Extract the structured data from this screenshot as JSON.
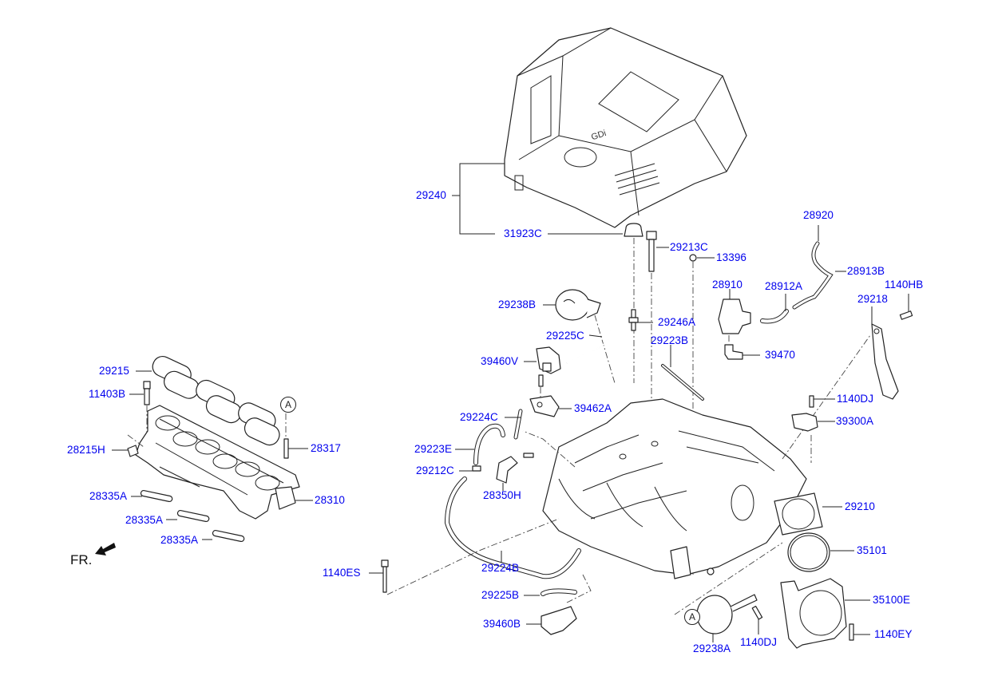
{
  "diagram": {
    "title": "Intake manifold & engine cover exploded view",
    "label_color": "#0000ee",
    "line_color": "#222222",
    "direction_marker": "FR.",
    "reference_marker": "A",
    "cover_logo_text": "GDi"
  },
  "callouts": [
    {
      "id": "29240",
      "label": "29240"
    },
    {
      "id": "31923C",
      "label": "31923C"
    },
    {
      "id": "29213C",
      "label": "29213C"
    },
    {
      "id": "13396",
      "label": "13396"
    },
    {
      "id": "28920",
      "label": "28920"
    },
    {
      "id": "28913B",
      "label": "28913B"
    },
    {
      "id": "1140HB",
      "label": "1140HB"
    },
    {
      "id": "28910",
      "label": "28910"
    },
    {
      "id": "28912A",
      "label": "28912A"
    },
    {
      "id": "29218",
      "label": "29218"
    },
    {
      "id": "29238B",
      "label": "29238B"
    },
    {
      "id": "29246A",
      "label": "29246A"
    },
    {
      "id": "29225C",
      "label": "29225C"
    },
    {
      "id": "29223B",
      "label": "29223B"
    },
    {
      "id": "39470",
      "label": "39470"
    },
    {
      "id": "39460V",
      "label": "39460V"
    },
    {
      "id": "1140DJ_top",
      "label": "1140DJ"
    },
    {
      "id": "39462A",
      "label": "39462A"
    },
    {
      "id": "39300A",
      "label": "39300A"
    },
    {
      "id": "29224C",
      "label": "29224C"
    },
    {
      "id": "29223E",
      "label": "29223E"
    },
    {
      "id": "29212C",
      "label": "29212C"
    },
    {
      "id": "28350H",
      "label": "28350H"
    },
    {
      "id": "29210",
      "label": "29210"
    },
    {
      "id": "35101",
      "label": "35101"
    },
    {
      "id": "29224B",
      "label": "29224B"
    },
    {
      "id": "1140ES",
      "label": "1140ES"
    },
    {
      "id": "29225B",
      "label": "29225B"
    },
    {
      "id": "39460B",
      "label": "39460B"
    },
    {
      "id": "35100E",
      "label": "35100E"
    },
    {
      "id": "29238A",
      "label": "29238A"
    },
    {
      "id": "1140DJ_bottom",
      "label": "1140DJ"
    },
    {
      "id": "1140EY",
      "label": "1140EY"
    },
    {
      "id": "29215",
      "label": "29215"
    },
    {
      "id": "11403B",
      "label": "11403B"
    },
    {
      "id": "28215H",
      "label": "28215H"
    },
    {
      "id": "28317",
      "label": "28317"
    },
    {
      "id": "28310",
      "label": "28310"
    },
    {
      "id": "28335A_1",
      "label": "28335A"
    },
    {
      "id": "28335A_2",
      "label": "28335A"
    },
    {
      "id": "28335A_3",
      "label": "28335A"
    }
  ]
}
